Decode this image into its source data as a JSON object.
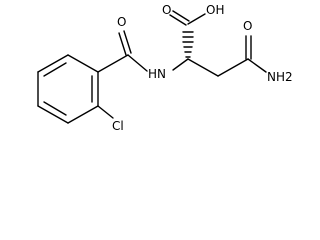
{
  "structure": {
    "atom_labels": {
      "acid_oh": "OH",
      "acid_o": "O",
      "amide_nh": "HN",
      "amide_nh2": "NH2",
      "amide_o_right": "O",
      "benzoyl_o": "O",
      "chlorine": "Cl"
    }
  },
  "colors": {
    "bond": "#000000",
    "background": "#ffffff"
  }
}
